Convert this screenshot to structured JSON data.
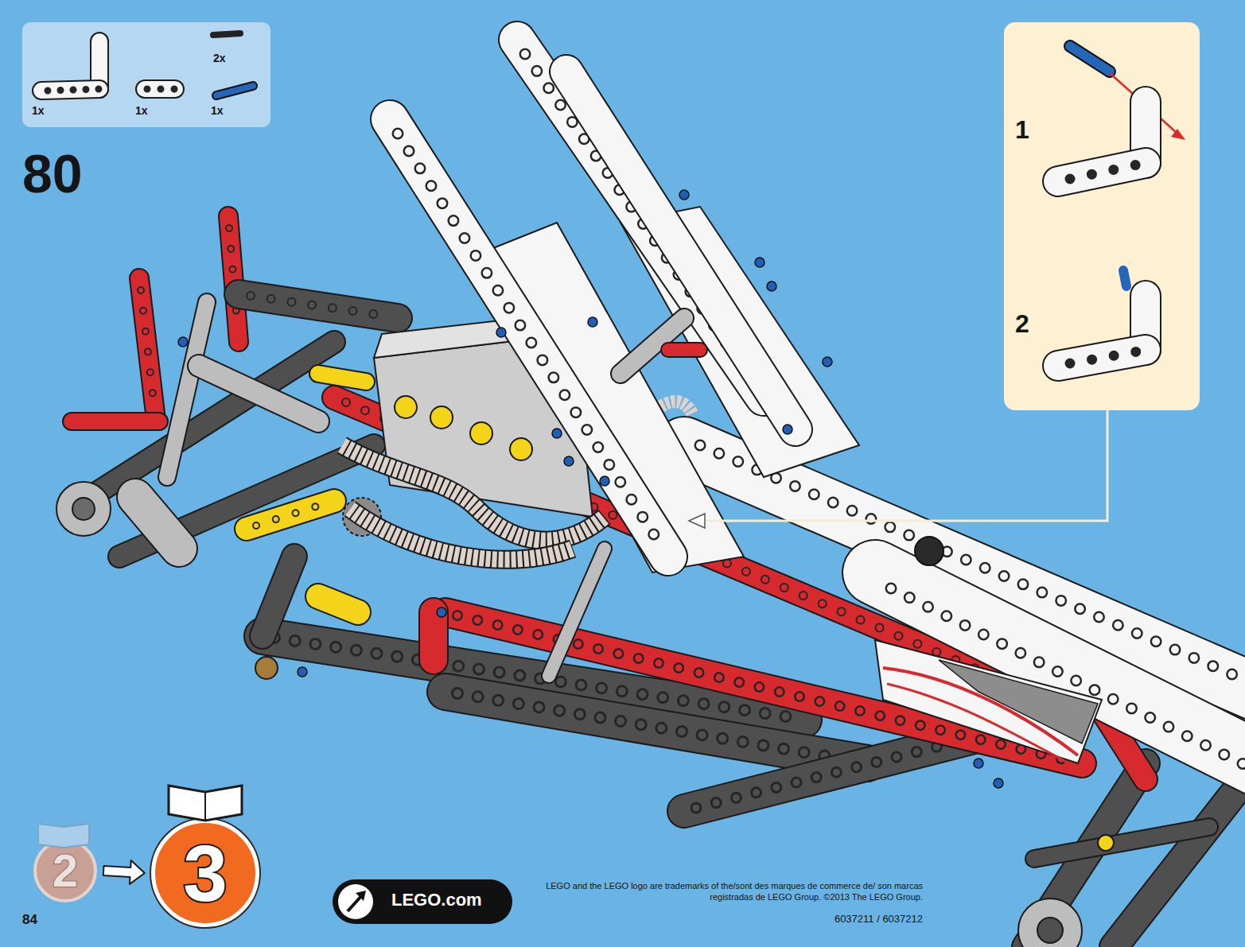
{
  "diagram": {
    "nodes": [
      {
        "text": [
          "2x",
          "1x",
          "1x",
          "1x"
        ]
      },
      {
        "text": [
          "1",
          "2"
        ]
      },
      {
        "text": [
          "2"
        ]
      },
      {
        "text": [
          "3"
        ]
      },
      {
        "text": [
          "LEGO.com"
        ]
      }
    ],
    "edges": [
      {
        "from": 2,
        "to": 3,
        "arrow": "to"
      }
    ],
    "labels": [
      "80",
      "84",
      "LEGO and the LEGO logo are trademarks of the/sont des marques de commerce de/ son marcas registradas de LEGO Group. ©2013 The LEGO Group.",
      "6037211 / 6037212"
    ]
  }
}
